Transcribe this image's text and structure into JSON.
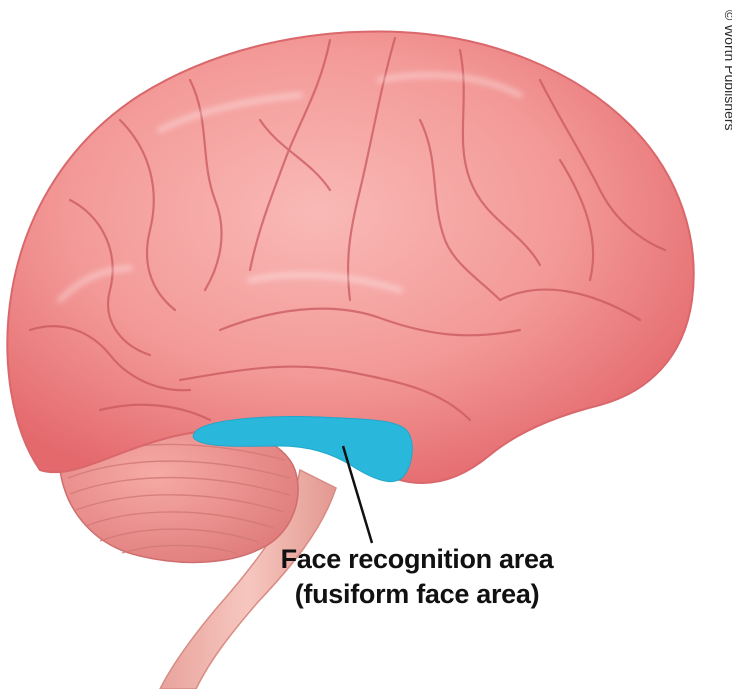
{
  "copyright": "© Worth Publishers",
  "callout": {
    "line1": "Face recognition area",
    "line2": "(fusiform face area)"
  },
  "colors": {
    "cortex": "#f49a9a",
    "cortex_shadow": "#e0676b",
    "highlight_region": "#29b8dc",
    "leader_line": "#111111"
  }
}
